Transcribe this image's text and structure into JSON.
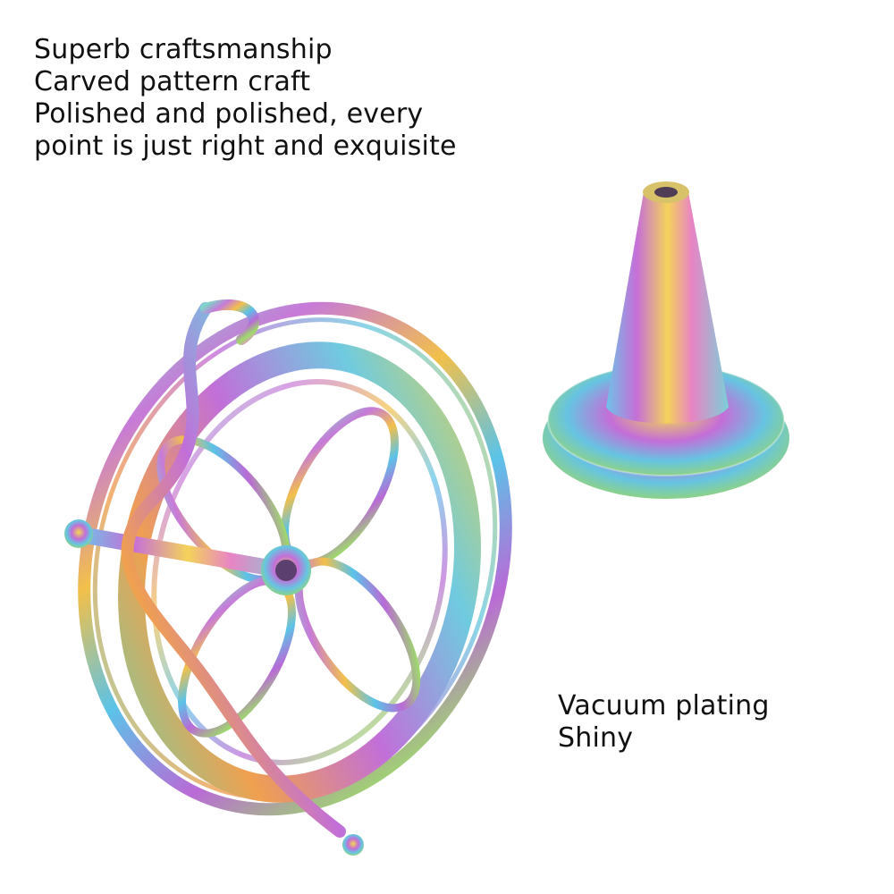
{
  "features": {
    "lines": [
      "Superb craftsmanship",
      "Carved pattern craft",
      "Polished and polished, every",
      "point is just right and exquisite"
    ]
  },
  "finish": {
    "lines": [
      "Vacuum plating",
      "Shiny"
    ]
  }
}
